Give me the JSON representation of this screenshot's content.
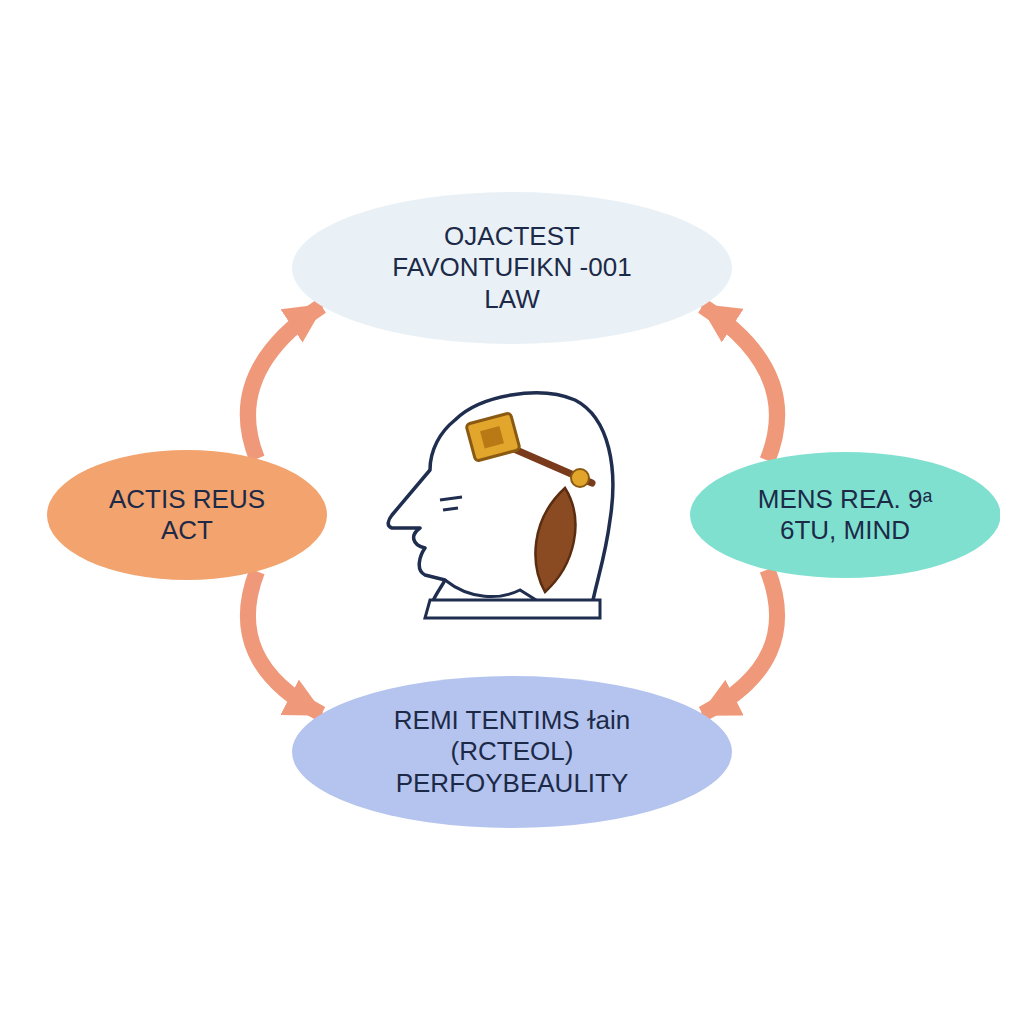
{
  "diagram": {
    "nodes": [
      {
        "text": [
          "OJACTEST FAVONTUFIKN -001 LAW"
        ]
      },
      {
        "text": [
          "ACTIS REUS ACT"
        ]
      },
      {
        "text": [
          "MENS REA. 9ᵃ 6TU, MIND"
        ]
      },
      {
        "text": [
          "REMI TENTIMS ɫain (RCTEOL) PERFOYBEAULITY"
        ]
      }
    ],
    "edges": [
      {
        "from": 1,
        "to": 0,
        "arrow": "to"
      },
      {
        "from": 1,
        "to": 3,
        "arrow": "to"
      },
      {
        "from": 2,
        "to": 0,
        "arrow": "to"
      },
      {
        "from": 2,
        "to": 3,
        "arrow": "to"
      }
    ]
  }
}
